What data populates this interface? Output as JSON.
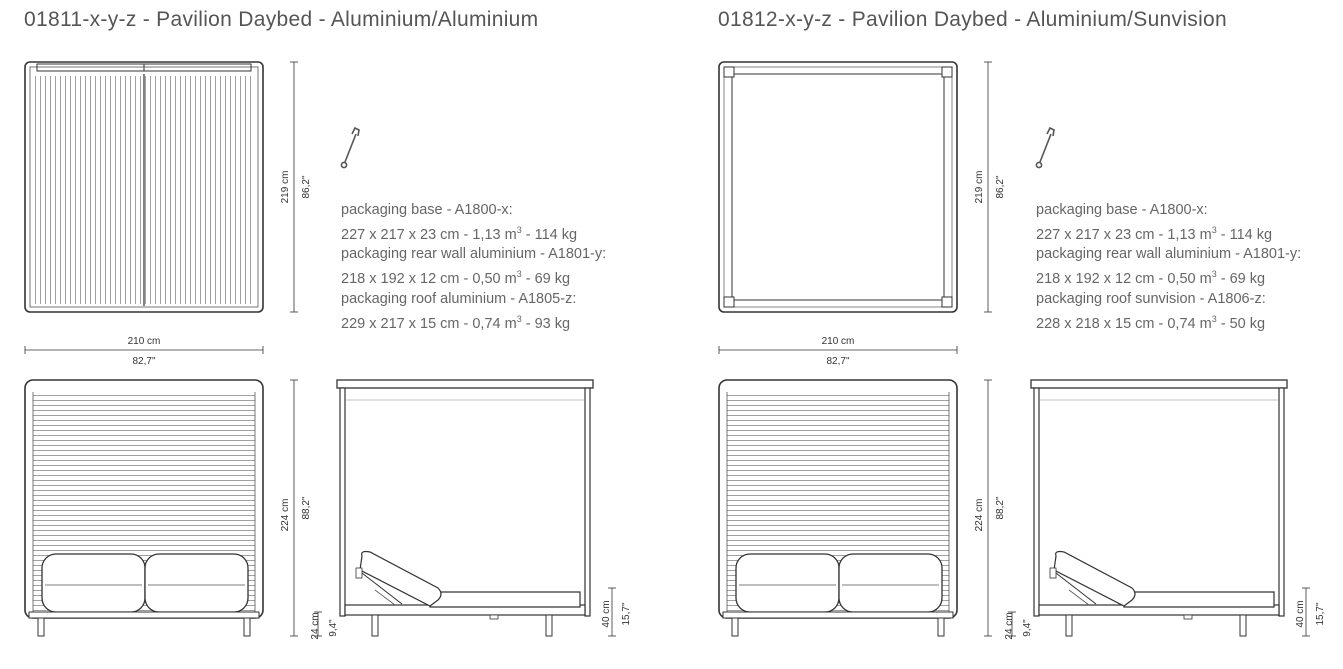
{
  "products": [
    {
      "title": "01811-x-y-z - Pavilion Daybed - Aluminium/Aluminium",
      "packaging": [
        {
          "label": "packaging base - A1800-x:",
          "dims": "227 x 217 x 23 cm - 1,13 m",
          "sup": "3",
          "weight": " - 114 kg"
        },
        {
          "label": "packaging rear wall aluminium - A1801-y:",
          "dims": "218 x 192 x 12 cm - 0,50 m",
          "sup": "3",
          "weight": " - 69 kg"
        },
        {
          "label": "packaging roof aluminium - A1805-z:",
          "dims": "229 x 217 x 15 cm - 0,74 m",
          "sup": "3",
          "weight": " - 93 kg"
        }
      ]
    },
    {
      "title": "01812-x-y-z - Pavilion Daybed - Aluminium/Sunvision",
      "packaging": [
        {
          "label": "packaging base - A1800-x:",
          "dims": "227 x 217 x 23 cm - 1,13 m",
          "sup": "3",
          "weight": " - 114 kg"
        },
        {
          "label": "packaging rear wall aluminium - A1801-y:",
          "dims": "218 x 192 x 12 cm - 0,50 m",
          "sup": "3",
          "weight": " - 69 kg"
        },
        {
          "label": "packaging roof sunvision - A1806-z:",
          "dims": "228 x 218 x 15 cm - 0,74 m",
          "sup": "3",
          "weight": " - 50 kg"
        }
      ]
    }
  ],
  "dimensions": {
    "width_cm": "210 cm",
    "width_in": "82,7\"",
    "depth_cm": "219 cm",
    "depth_in": "86,2\"",
    "height_cm": "224 cm",
    "height_in": "88,2\"",
    "leg_cm": "24 cm",
    "leg_in": "9,4\"",
    "seat_cm": "40 cm",
    "seat_in": "15,7\""
  },
  "icons": {
    "assembly": "wrench-icon"
  }
}
